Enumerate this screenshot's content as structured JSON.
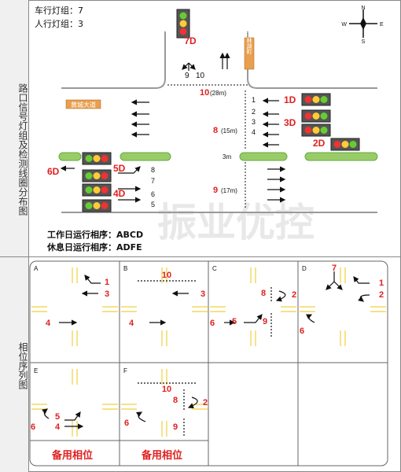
{
  "top_panel": {
    "side_label": "路口信号灯组及检测线圈分布图",
    "vehicle_groups": "车行灯组：7",
    "ped_groups": "人行灯组：3",
    "road_west": "黄城大道",
    "road_north": "王林湖町",
    "work_day": "工作日运行相序：ABCD",
    "rest_day": "休息日运行相序：ADFE",
    "watermark": "振业优控",
    "compass": {
      "n": "N",
      "s": "S",
      "e": "E",
      "w": "W"
    },
    "labels": {
      "d1": "1D",
      "d2": "2D",
      "d3": "3D",
      "d4": "4D",
      "d5": "5D",
      "d6": "6D",
      "d7": "7D",
      "n1": "1",
      "n2": "2",
      "n3": "3",
      "n4": "4",
      "n5": "5",
      "n6": "6",
      "n7": "7",
      "n8": "8",
      "n9": "9",
      "n10": "10",
      "c10": "10",
      "c10d": "(28m)",
      "c8": "8",
      "c8d": "(15m)",
      "c9": "9",
      "c9d": "(17m)",
      "m3": "3m"
    }
  },
  "bottom_panel": {
    "side_label": "相位序列图",
    "phases": [
      {
        "id": "A",
        "nums": [
          "1",
          "3",
          "4"
        ]
      },
      {
        "id": "B",
        "nums": [
          "10",
          "3",
          "4"
        ]
      },
      {
        "id": "C",
        "nums": [
          "8",
          "2",
          "6",
          "5",
          "9"
        ]
      },
      {
        "id": "D",
        "nums": [
          "7",
          "1",
          "2",
          "6"
        ]
      },
      {
        "id": "E",
        "nums": [
          "5",
          "6",
          "4"
        ]
      },
      {
        "id": "F",
        "nums": [
          "10",
          "8",
          "2",
          "6",
          "9"
        ]
      }
    ],
    "spare": "备用相位"
  }
}
